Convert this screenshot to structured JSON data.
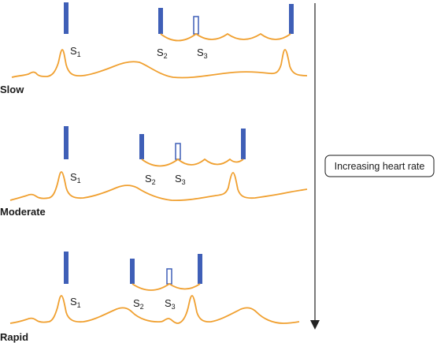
{
  "colors": {
    "trace": "#f0a030",
    "sound_bar": "#3f5fb7",
    "arrow": "#222222",
    "text": "#1a1a1a"
  },
  "side_label": "Increasing heart rate",
  "panels": [
    {
      "name": "slow",
      "label": "Slow",
      "sounds": {
        "s1": "S",
        "s2": "S",
        "s3": "S"
      },
      "subs": {
        "s1": "1",
        "s2": "2",
        "s3": "3"
      }
    },
    {
      "name": "moderate",
      "label": "Moderate",
      "sounds": {
        "s1": "S",
        "s2": "S",
        "s3": "S"
      },
      "subs": {
        "s1": "1",
        "s2": "2",
        "s3": "3"
      }
    },
    {
      "name": "rapid",
      "label": "Rapid",
      "sounds": {
        "s1": "S",
        "s2": "S",
        "s3": "S"
      },
      "subs": {
        "s1": "1",
        "s2": "2",
        "s3": "3"
      }
    }
  ]
}
